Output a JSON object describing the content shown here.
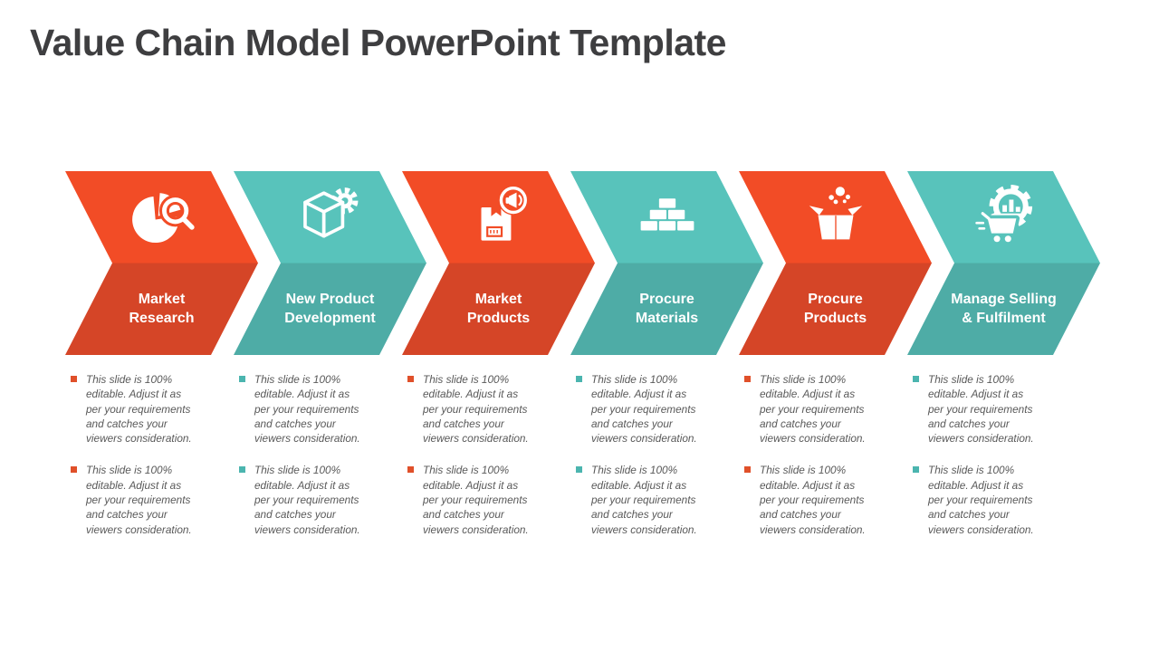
{
  "slide": {
    "title": "Value Chain Model PowerPoint Template"
  },
  "steps": [
    {
      "label": "Market\nResearch",
      "theme": "orange",
      "icon": "pie-chart-search-icon"
    },
    {
      "label": "New Product\nDevelopment",
      "theme": "teal",
      "icon": "cube-gear-icon"
    },
    {
      "label": "Market\nProducts",
      "theme": "orange",
      "icon": "package-megaphone-icon"
    },
    {
      "label": "Procure\nMaterials",
      "theme": "teal",
      "icon": "bricks-icon"
    },
    {
      "label": "Procure\nProducts",
      "theme": "orange",
      "icon": "open-box-icon"
    },
    {
      "label": "Manage Selling\n& Fulfilment",
      "theme": "teal",
      "icon": "gear-chart-cart-icon"
    }
  ],
  "note_text": "This slide is 100%\neditable. Adjust it as\nper your requirements\nand catches your\nviewers consideration.",
  "colors": {
    "orange_light": "#f24c26",
    "orange_dark": "#d54527",
    "teal_light": "#58c3bb",
    "teal_dark": "#4eaca6",
    "bullet_orange": "#e0502a",
    "bullet_teal": "#4bb5af",
    "title_text": "#3e3e40",
    "note_text": "#595959",
    "label_text": "#ffffff"
  }
}
